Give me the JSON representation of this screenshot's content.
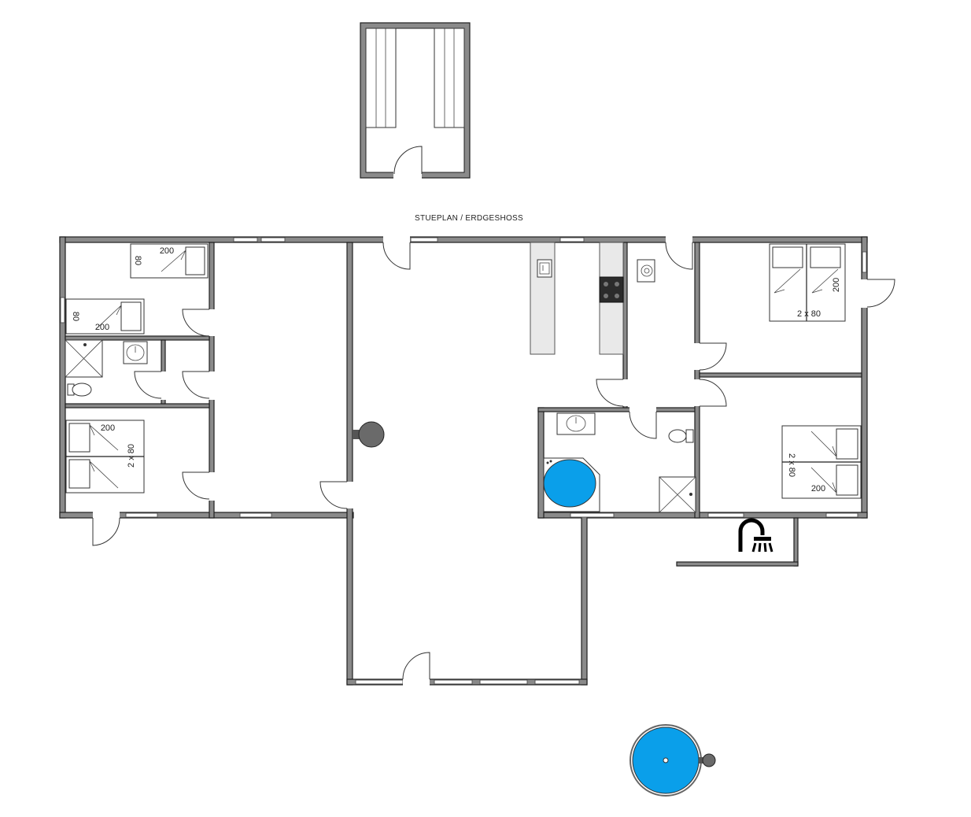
{
  "title": "STUEPLAN / ERDGESHOSS",
  "beds": {
    "top_left_single_size": "200",
    "top_left_single_width": "80",
    "left_single_size": "200",
    "left_single_width": "80",
    "left_double_size": "200",
    "left_double_width": "2 x 80",
    "right_top_double_size": "200",
    "right_top_double_width": "2 x 80",
    "right_bottom_double_size": "200",
    "right_bottom_double_width": "2 x 80"
  },
  "colors": {
    "wall": "#8a8a8a",
    "water": "#0a9fea",
    "floor": "#ffffff"
  },
  "icons": [
    "outdoor-shower-icon",
    "hot-tub-icon",
    "stove-icon",
    "fireplace-icon"
  ]
}
